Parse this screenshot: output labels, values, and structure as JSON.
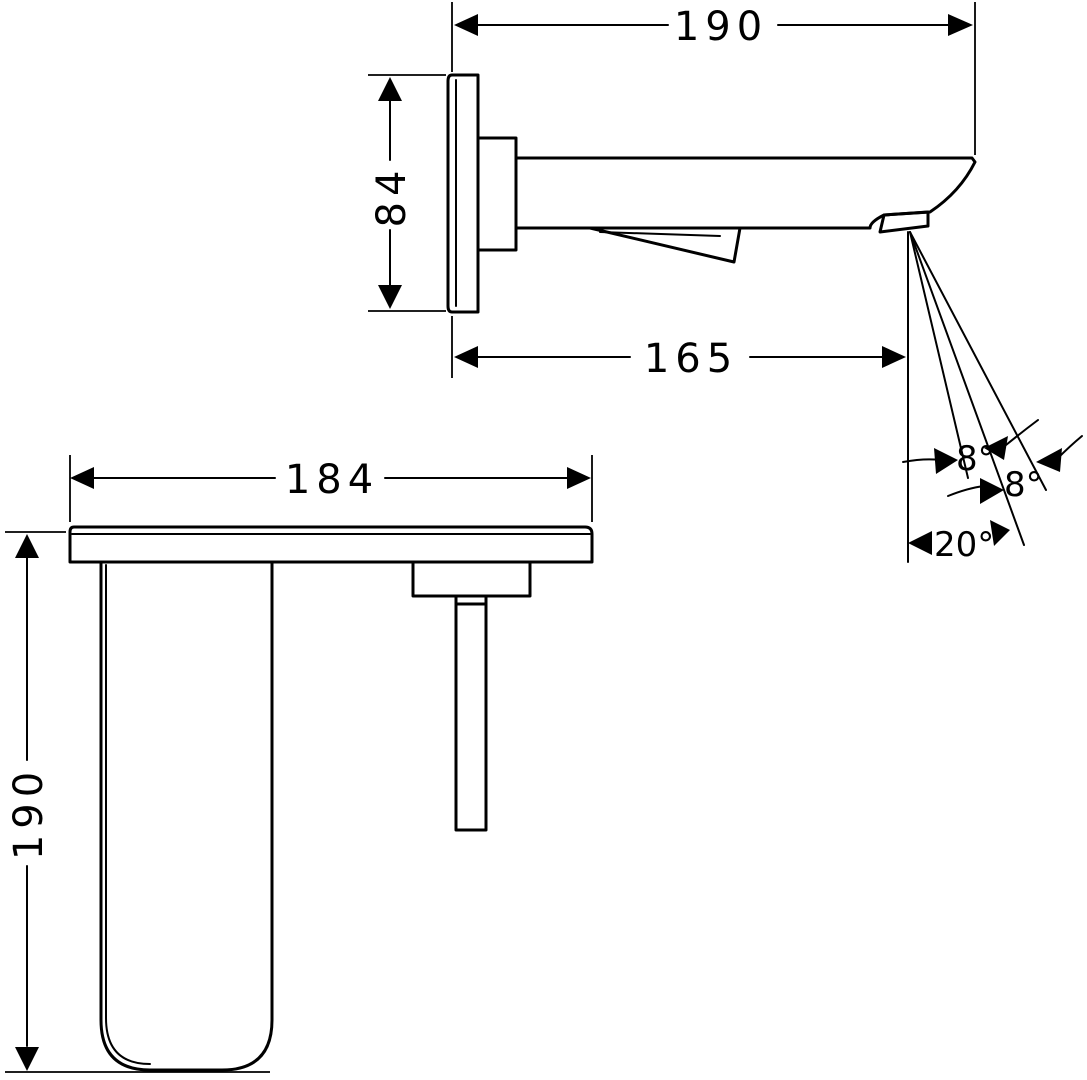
{
  "colors": {
    "line": "#000000",
    "background": "#ffffff"
  },
  "dimensions": {
    "side_total_length": "190",
    "side_backplate_height": "84",
    "side_spout_reach": "165",
    "front_plate_width": "184",
    "front_total_height": "190"
  },
  "angles": {
    "spray_upper": "8°",
    "spray_lower": "8°",
    "spray_total": "20°"
  }
}
